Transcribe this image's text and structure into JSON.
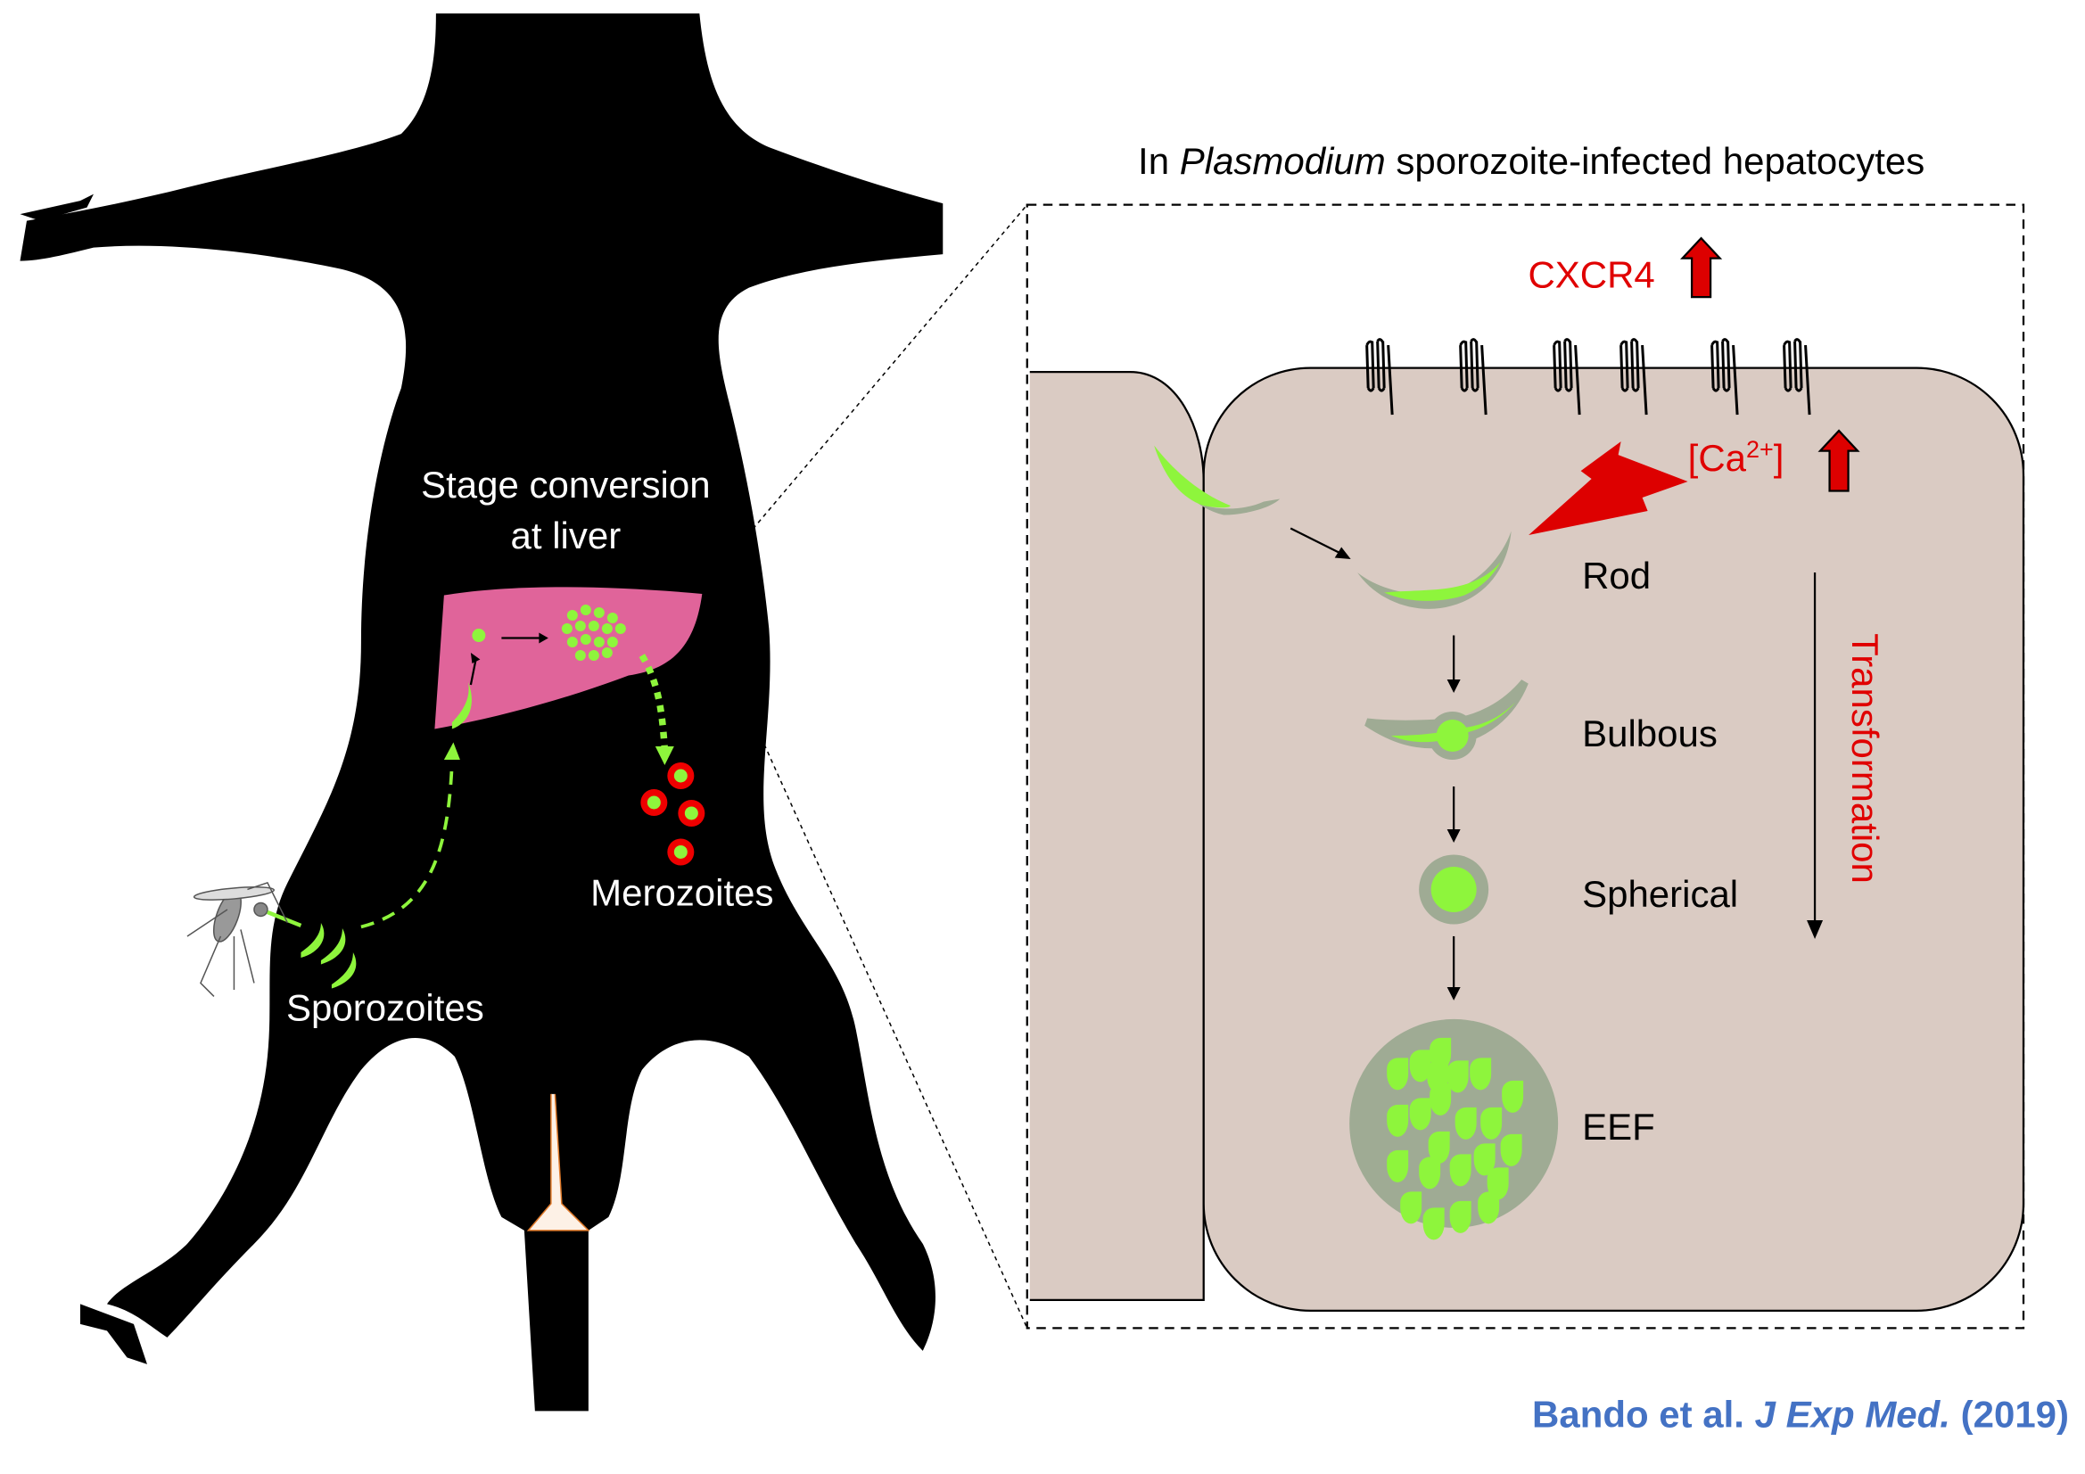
{
  "left_panel": {
    "stage_label_line1": "Stage conversion",
    "stage_label_line2": "at liver",
    "merozoites_label": "Merozoites",
    "sporozoites_label": "Sporozoites"
  },
  "right_panel": {
    "title_prefix": "In ",
    "title_italic": "Plasmodium",
    "title_suffix": " sporozoite-infected hepatocytes",
    "cxcr4_label": "CXCR4",
    "calcium_label_open": "[Ca",
    "calcium_superscript": "2+",
    "calcium_label_close": "]",
    "stages": [
      "Rod",
      "Bulbous",
      "Spherical",
      "EEF"
    ],
    "transformation_label": "Transformation"
  },
  "citation": {
    "authors": "Bando et al. ",
    "journal": "J Exp Med.",
    "year": " (2019)"
  },
  "colors": {
    "silhouette": "#000000",
    "liver": "#e0649a",
    "parasite": "#8ef53c",
    "parasite_outline": "#9fab94",
    "cell": "#dacbc3",
    "upregulation": "#dd0000",
    "citation": "#4472c4"
  }
}
